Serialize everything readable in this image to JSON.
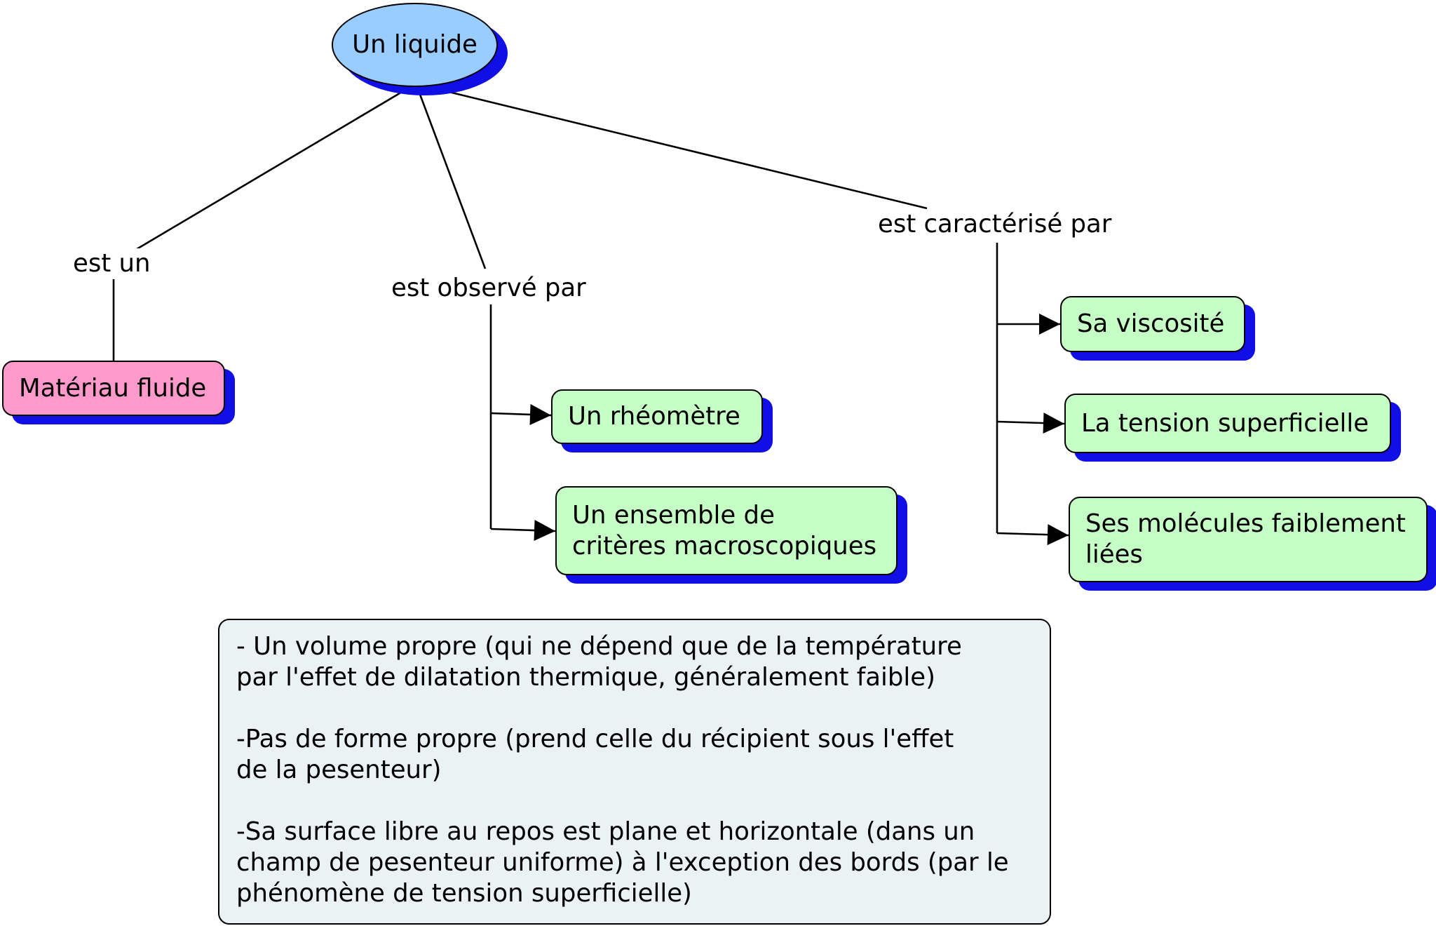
{
  "colors": {
    "root_fill": "#99ccff",
    "pink_fill": "#fe99cc",
    "green_fill": "#c6ffc6",
    "note_fill": "#eaf2f4",
    "shadow": "#1010e6",
    "line": "#000000"
  },
  "concepts": {
    "root": "Un liquide",
    "materiau": "Matériau fluide",
    "rheometre": "Un rhéomètre",
    "ensemble": "Un ensemble de\ncritères macroscopiques",
    "viscosite": "Sa viscosité",
    "tension": "La tension superficielle",
    "molecules": "Ses molécules faiblement\nliées"
  },
  "links": {
    "est_un": "est un",
    "est_observe_par": "est observé par",
    "est_caracterise_par": "est caractérisé par"
  },
  "note": {
    "text": "- Un volume propre (qui ne dépend que de la température\npar l'effet de dilatation thermique, généralement faible)\n\n-Pas de forme propre (prend celle du récipient sous l'effet\nde la pesenteur)\n\n-Sa surface libre au repos est plane et horizontale (dans un\nchamp de pesenteur uniforme) à l'exception des bords (par le\nphénomène de tension superficielle)"
  }
}
